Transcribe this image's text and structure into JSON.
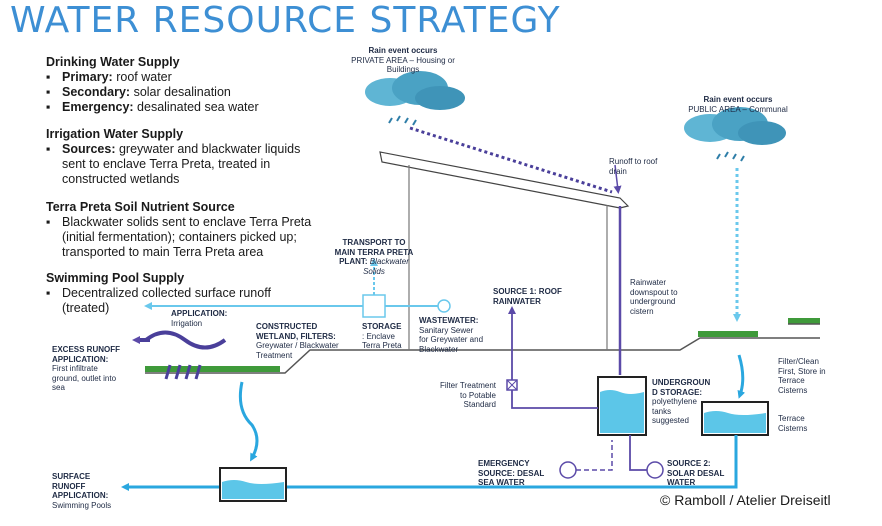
{
  "title": "WATER RESOURCE STRATEGY",
  "drinking": {
    "heading": "Drinking Water Supply",
    "items": [
      {
        "key": "Primary:",
        "text": " roof water"
      },
      {
        "key": "Secondary:",
        "text": " solar desalination"
      },
      {
        "key": "Emergency:",
        "text": " desalinated sea water"
      }
    ]
  },
  "irrigation": {
    "heading": "Irrigation Water Supply",
    "key": "Sources:",
    "line1": " greywater and blackwater liquids",
    "line2": "sent to enclave Terra Preta, treated in",
    "line3": "constructed wetlands"
  },
  "terra": {
    "heading": "Terra Preta Soil Nutrient Source",
    "line1": "Blackwater solids sent to enclave Terra Preta",
    "line2": "(initial fermentation); containers picked up;",
    "line3": "transported to main Terra Preta area"
  },
  "pool": {
    "heading": "Swimming Pool Supply",
    "line1": "Decentralized collected surface runoff",
    "line2": "(treated)"
  },
  "labels": {
    "rain_private_1": "Rain event occurs",
    "rain_private_2": "PRIVATE AREA – Housing or",
    "rain_private_3": "Buildings",
    "rain_public_1": "Rain event occurs",
    "rain_public_2": "PUBLIC AREA – Communal",
    "runoff_roof_1": "Runoff to roof",
    "runoff_roof_2": "drain",
    "transport_1": "TRANSPORT TO",
    "transport_2": "MAIN TERRA PRETA",
    "transport_3": "PLANT:",
    "transport_4": " Blackwater",
    "transport_5": "Solids",
    "rainwater_1": "Rainwater",
    "rainwater_2": "downspout to",
    "rainwater_3": "underground",
    "rainwater_4": "cistern",
    "source1_1": "SOURCE 1: ROOF",
    "source1_2": "RAINWATER",
    "application_1": "APPLICATION:",
    "application_2": "Irrigation",
    "wetland_1": "CONSTRUCTED",
    "wetland_2": "WETLAND, FILTERS:",
    "wetland_3": "Greywater / Blackwater",
    "wetland_4": "Treatment",
    "storage_1": "STORAGE",
    "storage_2": ": Enclave",
    "storage_3": "Terra Preta",
    "wastewater_1": "WASTEWATER:",
    "wastewater_2": "Sanitary Sewer",
    "wastewater_3": "for Greywater and",
    "wastewater_4": "Blackwater",
    "excess_1": "EXCESS RUNOFF",
    "excess_2": "APPLICATION:",
    "excess_3": "First infiltrate",
    "excess_4": "ground, outlet into",
    "excess_5": "sea",
    "filter_treat_1": "Filter Treatment",
    "filter_treat_2": "to Potable",
    "filter_treat_3": "Standard",
    "underground_1": "UNDERGROUN",
    "underground_2": "D STORAGE:",
    "underground_3": "polyethylene",
    "underground_4": "tanks",
    "underground_5": "suggested",
    "filter_clean_1": "Filter/Clean",
    "filter_clean_2": "First, Store in",
    "filter_clean_3": "Terrace",
    "filter_clean_4": "Cisterns",
    "terrace_1": "Terrace",
    "terrace_2": "Cisterns",
    "emergency_1": "EMERGENCY",
    "emergency_2": "SOURCE: DESAL",
    "emergency_3": "SEA WATER",
    "source2_1": "SOURCE 2:",
    "source2_2": "SOLAR DESAL",
    "source2_3": "WATER",
    "surface_1": "SURFACE",
    "surface_2": "RUNOFF",
    "surface_3": "APPLICATION:",
    "surface_4": "Swimming Pools"
  },
  "copyright": "© Ramboll / Atelier Dreiseitl",
  "colors": {
    "title": "#3d8fd4",
    "water": "#5cc6e8",
    "flow_blue": "#2aa7df",
    "purple": "#5b4aa8",
    "grass": "#3f9a3a"
  }
}
